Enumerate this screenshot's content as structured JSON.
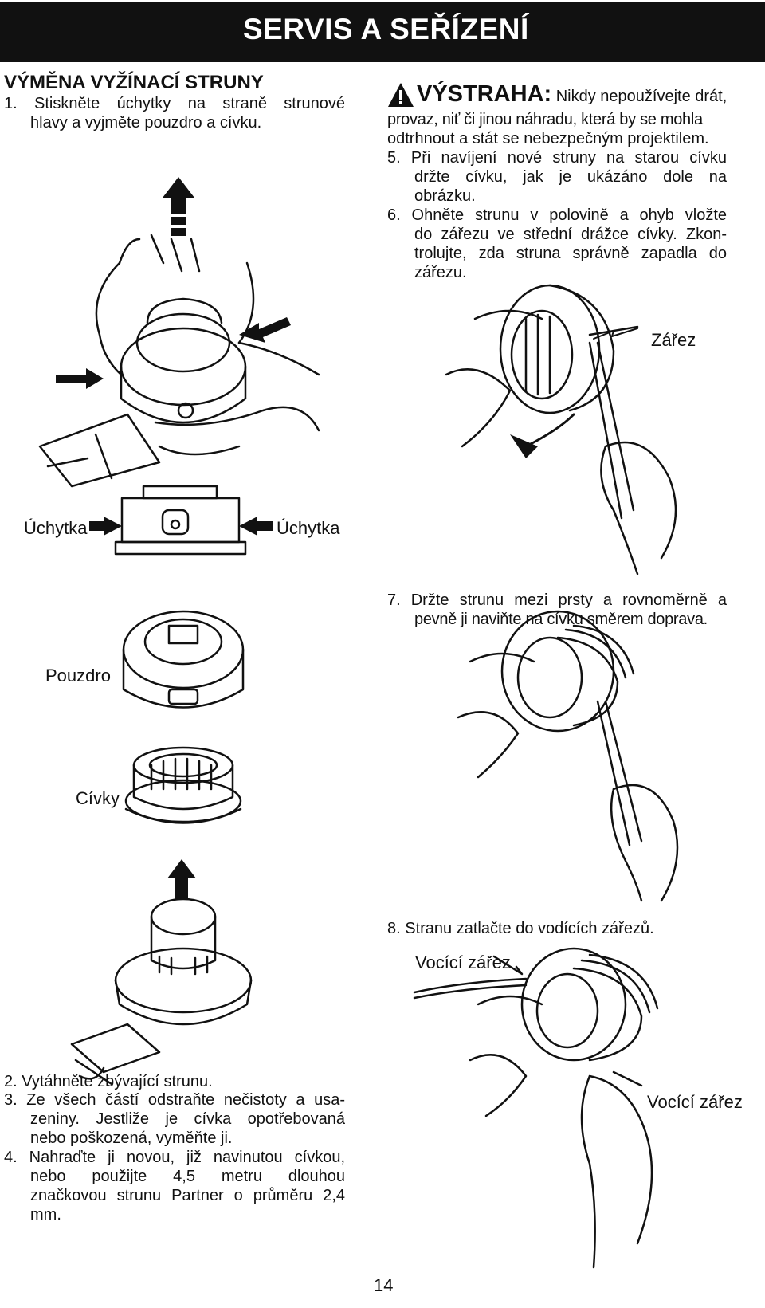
{
  "header": {
    "title": "SERVIS A SEŘÍZENÍ"
  },
  "section": {
    "title": "VÝMĚNA VYŽÍNACÍ STRUNY"
  },
  "steps": {
    "s1_line1": "1.  Stiskněte  úchytky  na  straně  strunové",
    "s1_line2": "hlavy a vyjměte pouzdro a cívku.",
    "s2": "2.  Vytáhněte zbývající strunu.",
    "s3_line1": "3.  Ze všech částí odstraňte nečistoty a usa-",
    "s3_line2": "zeniny.  Jestliže  je  cívka  opotřebovaná",
    "s3_line3": "nebo poškozená, vyměňte ji.",
    "s4_line1": "4.  Nahraďte ji novou, již navinutou cívkou,",
    "s4_line2": "nebo   použijte   4,5   metru   dlouhou",
    "s4_line3": "značkovou strunu Partner o průměru 2,4",
    "s4_line4": "mm.",
    "s5_line1": "5.  Při navíjení nové struny na starou cívku",
    "s5_line2": "držte  cívku,  jak  je  ukázáno  dole  na",
    "s5_line3": "obrázku.",
    "s6_line1": "6.  Ohněte strunu v polovině a ohyb vložte",
    "s6_line2": "do zářezu ve střední drážce cívky. Zkon-",
    "s6_line3": "trolujte, zda struna správně zapadla do",
    "s6_line4": "zářezu.",
    "s7_line1": "7.  Držte  strunu  mezi  prsty  a  rovnoměrně  a",
    "s7_line2": "pevně ji naviňte na cívku směrem doprava.",
    "s8": "8.  Stranu zatlačte do vodících zářezů."
  },
  "warning": {
    "label": "VÝSTRAHA:",
    "line1": "Nikdy nepoužívejte drát,",
    "line2": "provaz, niť či jinou náhradu, která by se mohla",
    "line3": "odtrhnout a stát se nebezpečným projektilem."
  },
  "labels": {
    "uchytka_left": "Úchytka",
    "uchytka_right": "Úchytka",
    "pouzdro": "Pouzdro",
    "civky": "Cívky",
    "zarez": "Zářez",
    "vocici_zarez_top": "Vocící zářez",
    "vocici_zarez_bottom": "Vocící zářez"
  },
  "page_number": "14"
}
